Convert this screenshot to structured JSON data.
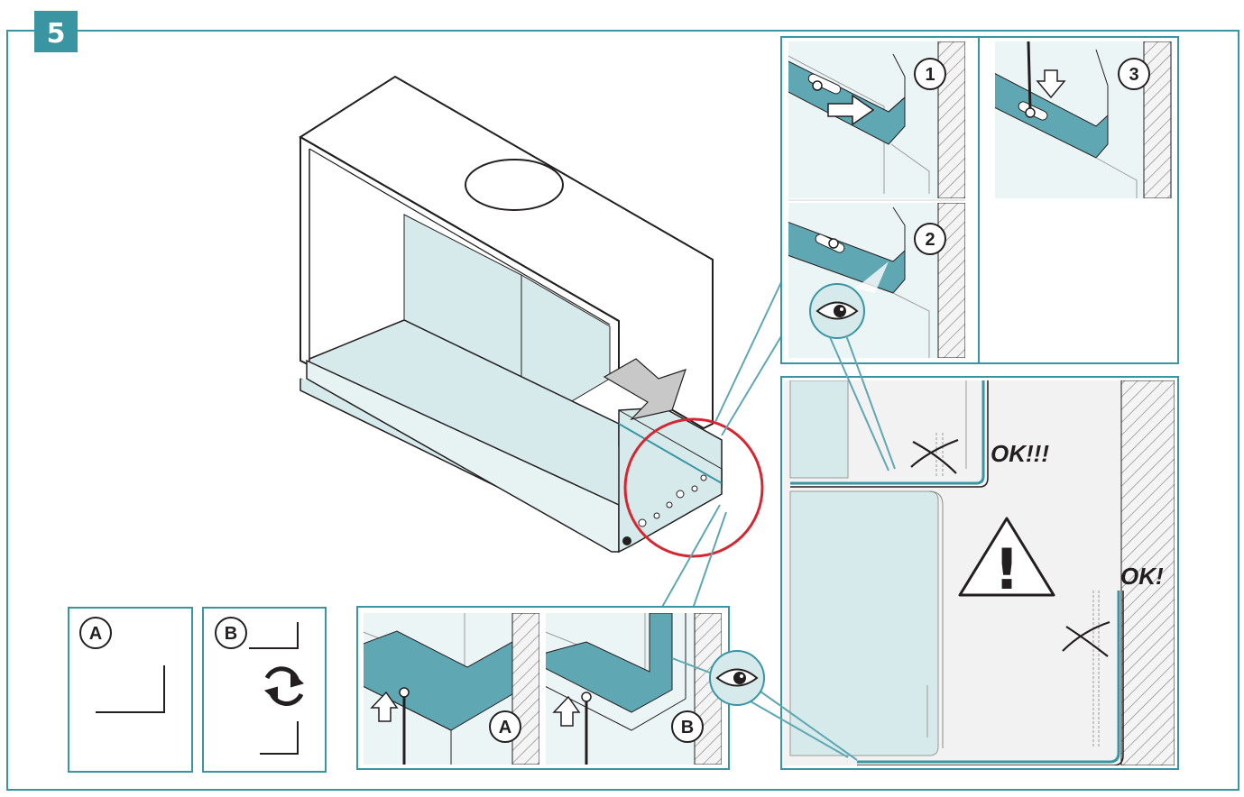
{
  "step_number": "5",
  "colors": {
    "frame_teal": "#3a95a3",
    "panel_teal": "#5fa7b2",
    "light_teal": "#d6eaec",
    "highlight_red": "#d62631",
    "ink": "#231f20",
    "arrow_grey": "#c8c8c8"
  },
  "detail_panels": [
    {
      "label": "1"
    },
    {
      "label": "2"
    },
    {
      "label": "3"
    }
  ],
  "option_boxes": [
    {
      "label": "A",
      "icon": "corner-bracket-icon"
    },
    {
      "label": "B",
      "icon": "rotate-arrows-icon"
    }
  ],
  "mount_panels": [
    {
      "label": "A"
    },
    {
      "label": "B"
    }
  ],
  "clearance_detail": {
    "ok_top": "OK!!!",
    "ok_side": "OK!",
    "warning_symbol": "!"
  },
  "icons": [
    "eye-icon",
    "warning-triangle-icon",
    "wrong-x-icon",
    "screw-icon",
    "rotate-arrows-icon",
    "push-arrow-icon"
  ]
}
